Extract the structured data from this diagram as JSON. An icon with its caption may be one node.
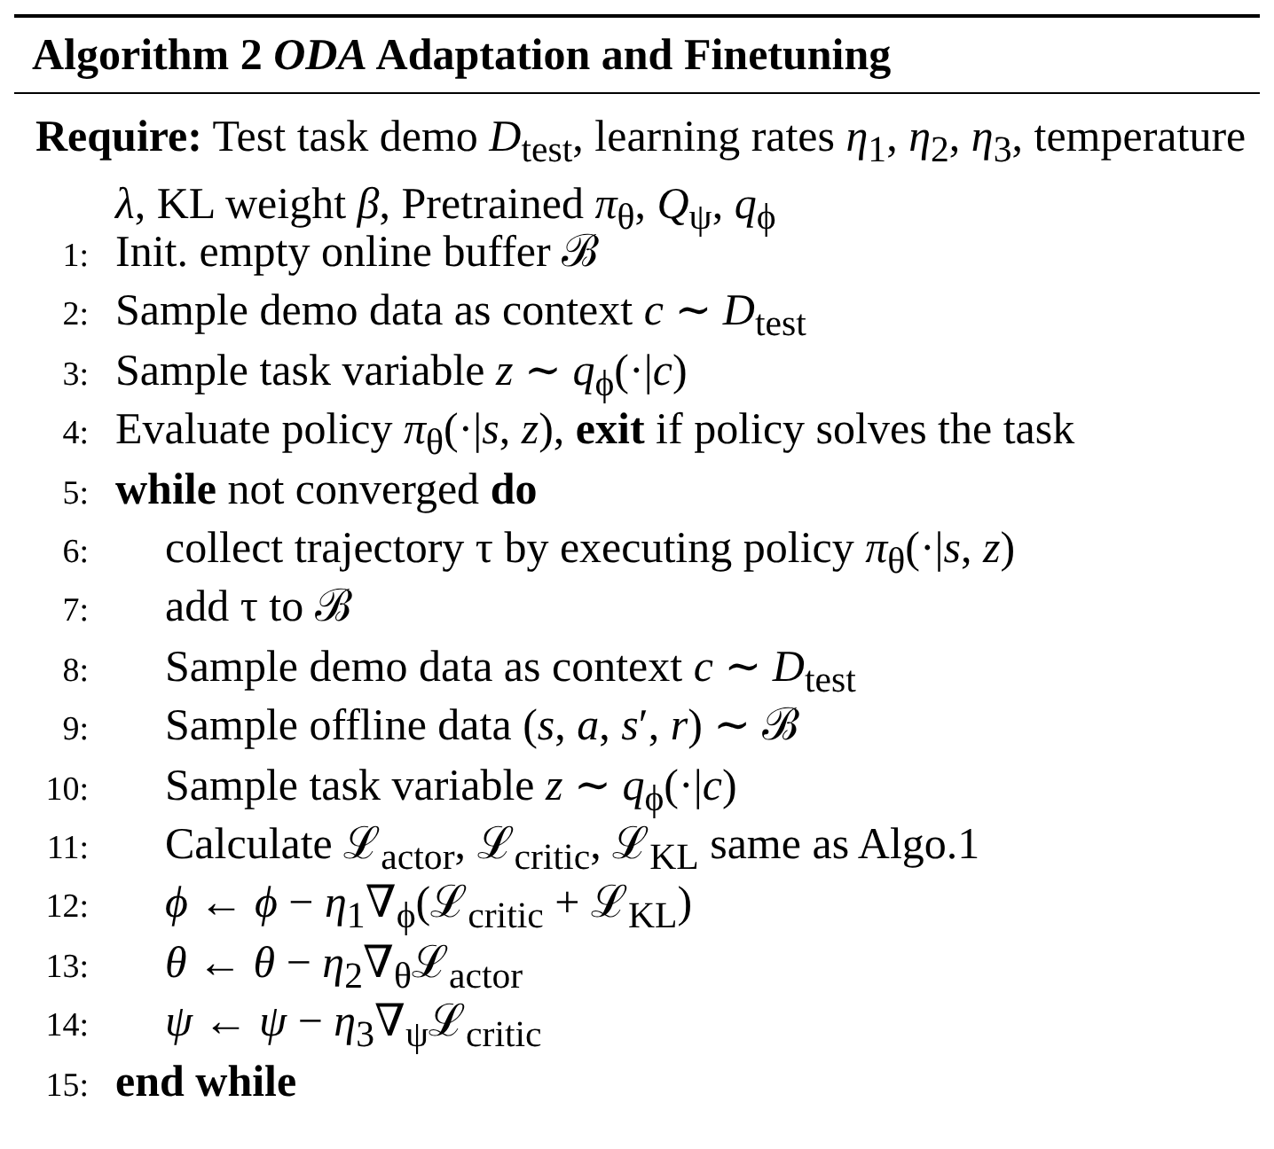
{
  "diagram": {
    "title": "Algorithm 2 *ODA* Adaptation and Finetuning",
    "labels": [
      "**Require:** Test task demo *D*$_{test}$, learning rates *η*$_{1}$, *η*$_{2}$, *η*$_{3}$, temperature *λ*, KL weight *β*, Pretrained *π*$_{θ}$, *Q*$_{ψ}$, *q*$_{ϕ}$",
      "1:",
      "Init. empty online buffer ℬ",
      "2:",
      "Sample demo data as context *c* ∼ *D*$_{test}$",
      "3:",
      "Sample task variable *z* ∼ *q*$_{ϕ}$(·|*c*)",
      "4:",
      "Evaluate policy *π*$_{θ}$(·|*s*, *z*), **exit** if policy solves the task",
      "5:",
      "**while** not converged **do**",
      "6:",
      "collect trajectory τ by executing policy *π*$_{θ}$(·|*s*, *z*)",
      "7:",
      "add τ to ℬ",
      "8:",
      "Sample demo data as context *c* ∼ *D*$_{test}$",
      "9:",
      "Sample offline data (*s*, *a*, *s*′, *r*) ∼ ℬ",
      "10:",
      "Sample task variable *z* ∼ *q*$_{ϕ}$(·|*c*)",
      "11:",
      "Calculate ℒ$_{actor}$, ℒ$_{critic}$, ℒ$_{KL}$ same as Algo.1",
      "12:",
      "*ϕ* ← *ϕ* − *η*$_{1}$∇$_{ϕ}$(ℒ$_{critic}$ + ℒ$_{KL}$)",
      "13:",
      "*θ* ← *θ* − *η*$_{2}$∇$_{θ}$ℒ$_{actor}$",
      "14:",
      "*ψ* ← *ψ* − *η*$_{3}$∇$_{ψ}$ℒ$_{critic}$",
      "15:",
      "end while"
    ]
  }
}
